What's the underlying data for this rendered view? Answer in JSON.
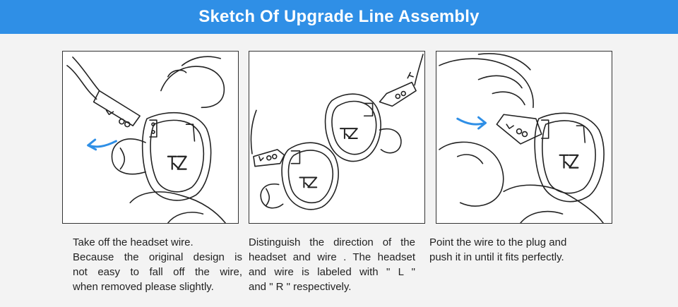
{
  "banner": {
    "title": "Sketch Of Upgrade Line Assembly",
    "color": "#2f8fe6"
  },
  "steps": [
    {
      "lines": [
        "Take off the headset wire.",
        "Because the original design is",
        "not easy to fall off the wire,",
        "when removed please slightly."
      ]
    },
    {
      "lines": [
        "Distinguish the direction of the",
        "headset and wire . The headset",
        "and wire is labeled with \" L \"",
        "and \" R \" respectively."
      ]
    },
    {
      "lines": [
        "Point the wire to the plug and",
        "push it in until it fits perfectly."
      ]
    }
  ],
  "arrow_color": "#2f8fe6"
}
